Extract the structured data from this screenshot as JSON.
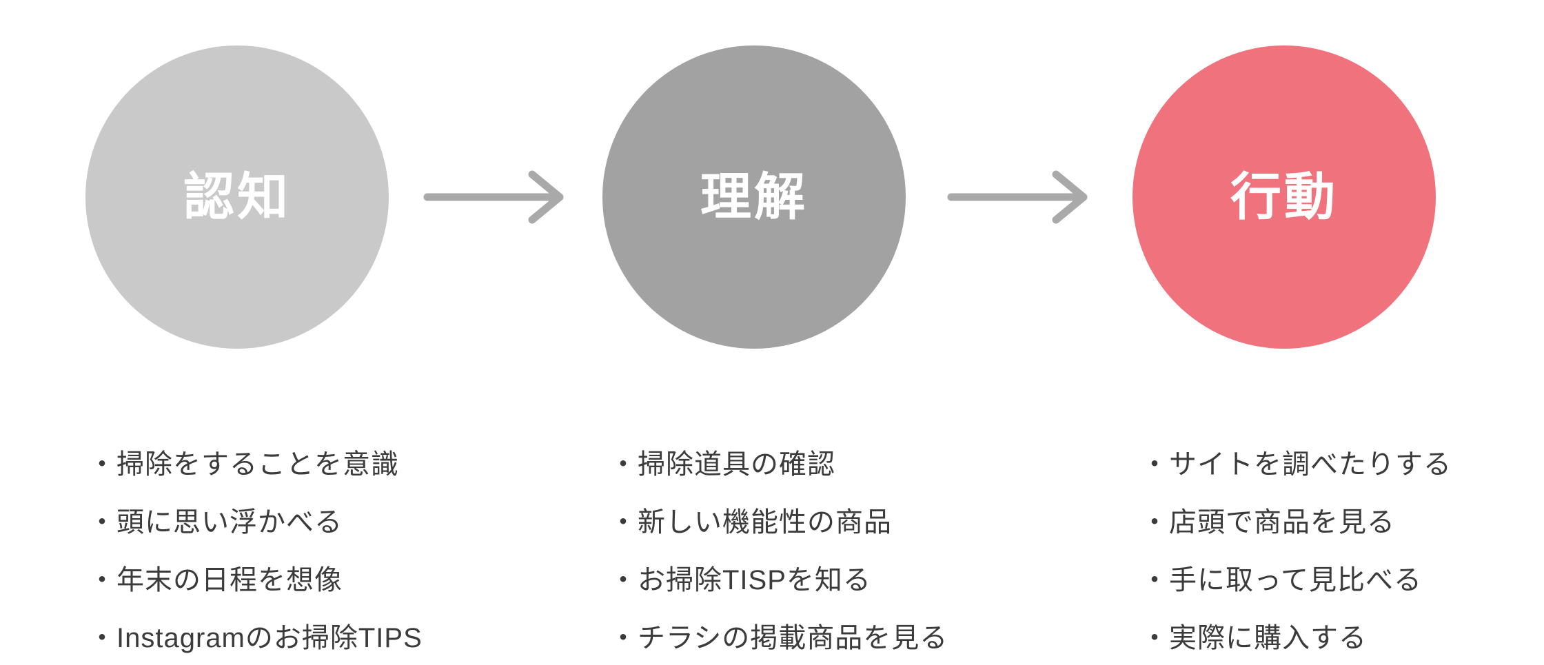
{
  "colors": {
    "arrow": "#a9a9a9",
    "text": "#3b3b3b",
    "circle_label": "#ffffff"
  },
  "stages": [
    {
      "label": "認知",
      "color": "#c9c9c9",
      "items": [
        "・掃除をすることを意識",
        "・頭に思い浮かべる",
        "・年末の日程を想像",
        "・Instagramのお掃除TIPS"
      ]
    },
    {
      "label": "理解",
      "color": "#a2a2a2",
      "items": [
        "・掃除道具の確認",
        "・新しい機能性の商品",
        "・お掃除TISPを知る",
        "・チラシの掲載商品を見る"
      ]
    },
    {
      "label": "行動",
      "color": "#f0727d",
      "items": [
        "・サイトを調べたりする",
        "・店頭で商品を見る",
        "・手に取って見比べる",
        "・実際に購入する"
      ]
    }
  ]
}
